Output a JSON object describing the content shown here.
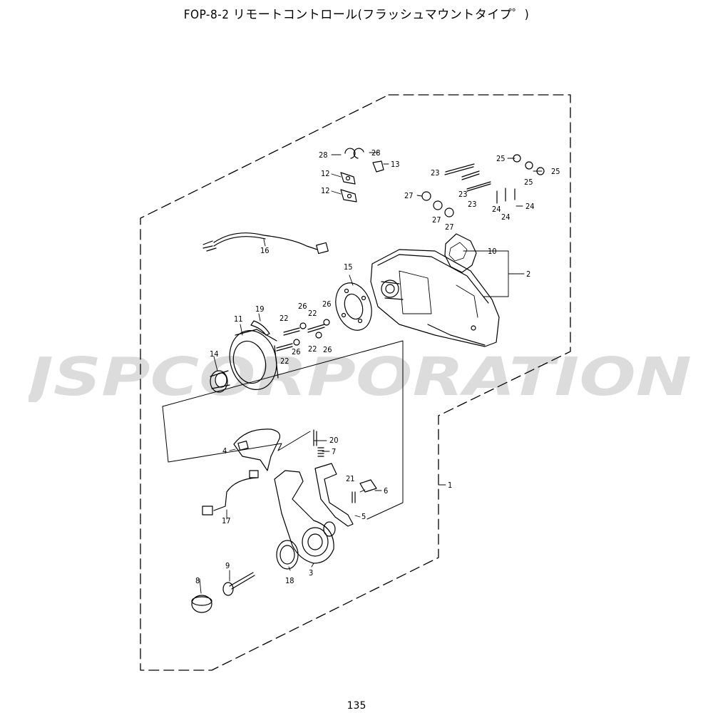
{
  "page": {
    "title": "FOP-8-2 リモートコントロール(フラッシュマウントタイプ゜)",
    "number": "135"
  },
  "watermark": {
    "text": "JSPCORPORATION",
    "color": "#dcdcdc"
  },
  "callouts": {
    "c1": "1",
    "c2": "2",
    "c3": "3",
    "c4": "4",
    "c5": "5",
    "c6": "6",
    "c7": "7",
    "c8": "8",
    "c9": "9",
    "c10": "10",
    "c11": "11",
    "c12a": "12",
    "c12b": "12",
    "c13": "13",
    "c14": "14",
    "c15": "15",
    "c16": "16",
    "c17": "17",
    "c18a": "18",
    "c19": "19",
    "c20": "20",
    "c21": "21",
    "c22a": "22",
    "c22b": "22",
    "c22c": "22",
    "c22d": "22",
    "c23a": "23",
    "c23b": "23",
    "c23c": "23",
    "c24a": "24",
    "c24b": "24",
    "c24c": "24",
    "c25a": "25",
    "c25b": "25",
    "c25c": "25",
    "c26a": "26",
    "c26b": "26",
    "c26c": "26",
    "c26d": "26",
    "c27a": "27",
    "c27b": "27",
    "c27c": "27",
    "c28a": "28",
    "c28b": "28"
  }
}
